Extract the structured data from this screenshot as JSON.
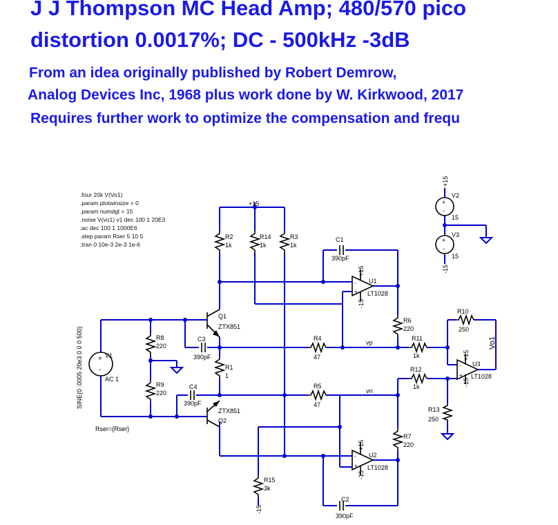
{
  "title": {
    "line1": "J J Thompson MC Head Amp; 480/570 pico",
    "line2": "distortion 0.0017%; DC - 500kHz -3dB"
  },
  "subtitle": {
    "line1": "From an idea originally published by Robert Demrow,",
    "line2": "Analog Devices Inc, 1968 plus work done by W. Kirkwood, 2017",
    "line3": "Requires further work to optimize the compensation and frequ"
  },
  "directives": [
    ".four 20k V(Vo1)",
    ".param plotwinsize = 0",
    ".param numdgt = 15",
    ".noise V(vo1) v1 dec 100 1 20E3",
    ";ac dec 100 1 1000E6",
    ".step param Rser 5 10 5",
    ";tran 0 10e-3 2e-3 1e-6"
  ],
  "components": {
    "R1": {
      "name": "R1",
      "value": "1"
    },
    "R2": {
      "name": "R2",
      "value": "1k"
    },
    "R3": {
      "name": "R3",
      "value": "1k"
    },
    "R4": {
      "name": "R4",
      "value": "47"
    },
    "R5": {
      "name": "R5",
      "value": "47"
    },
    "R6": {
      "name": "R6",
      "value": "220"
    },
    "R7": {
      "name": "R7",
      "value": "220"
    },
    "R8": {
      "name": "R8",
      "value": "220"
    },
    "R9": {
      "name": "R9",
      "value": "220"
    },
    "R10": {
      "name": "R10",
      "value": "250"
    },
    "R11": {
      "name": "R11",
      "value": "1k"
    },
    "R12": {
      "name": "R12",
      "value": "1k"
    },
    "R13": {
      "name": "R13",
      "value": "250"
    },
    "R14": {
      "name": "R14",
      "value": "1k"
    },
    "R15": {
      "name": "R15",
      "value": "3k"
    },
    "C1": {
      "name": "C1",
      "value": "390pF"
    },
    "C2": {
      "name": "C2",
      "value": "390pF"
    },
    "C3": {
      "name": "C3",
      "value": "390pF"
    },
    "C4": {
      "name": "C4",
      "value": "390pF"
    },
    "Q1": {
      "name": "Q1",
      "model": "ZTX851"
    },
    "Q2": {
      "name": "Q2",
      "model": "ZTX851"
    },
    "U1": {
      "name": "U1",
      "model": "LT1028"
    },
    "U2": {
      "name": "U2",
      "model": "LT1028"
    },
    "U3": {
      "name": "U3",
      "model": "LT1028"
    },
    "V1": {
      "name": "V1",
      "value": "AC 1",
      "sine": "SINE(0 .0005 20e3 0 0 0 500)",
      "rser": "Rser={Rser}"
    },
    "V2": {
      "name": "V2",
      "value": "15"
    },
    "V3": {
      "name": "V3",
      "value": "15"
    }
  },
  "nets": {
    "pos_supply": "+15",
    "neg_supply": "-15",
    "vp": "vp",
    "vn": "vn",
    "vo1": "Vo1"
  },
  "colors": {
    "heading": "#1a1ae6",
    "wire": "#0000cc",
    "component": "#000000",
    "background": "#ffffff"
  }
}
